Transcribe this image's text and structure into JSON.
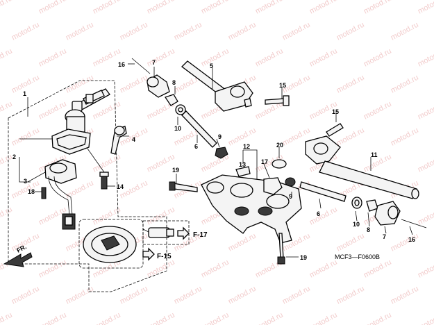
{
  "diagram": {
    "watermark": "motod.ru",
    "code": "MCF3—F0600B",
    "direction_label": "FR.",
    "references": [
      "F-17",
      "F-15"
    ],
    "callouts": [
      "1",
      "2",
      "3",
      "4",
      "5",
      "6",
      "6",
      "7",
      "7",
      "8",
      "8",
      "9",
      "9",
      "10",
      "10",
      "11",
      "12",
      "13",
      "14",
      "15",
      "15",
      "16",
      "16",
      "17",
      "18",
      "19",
      "19",
      "20"
    ]
  }
}
